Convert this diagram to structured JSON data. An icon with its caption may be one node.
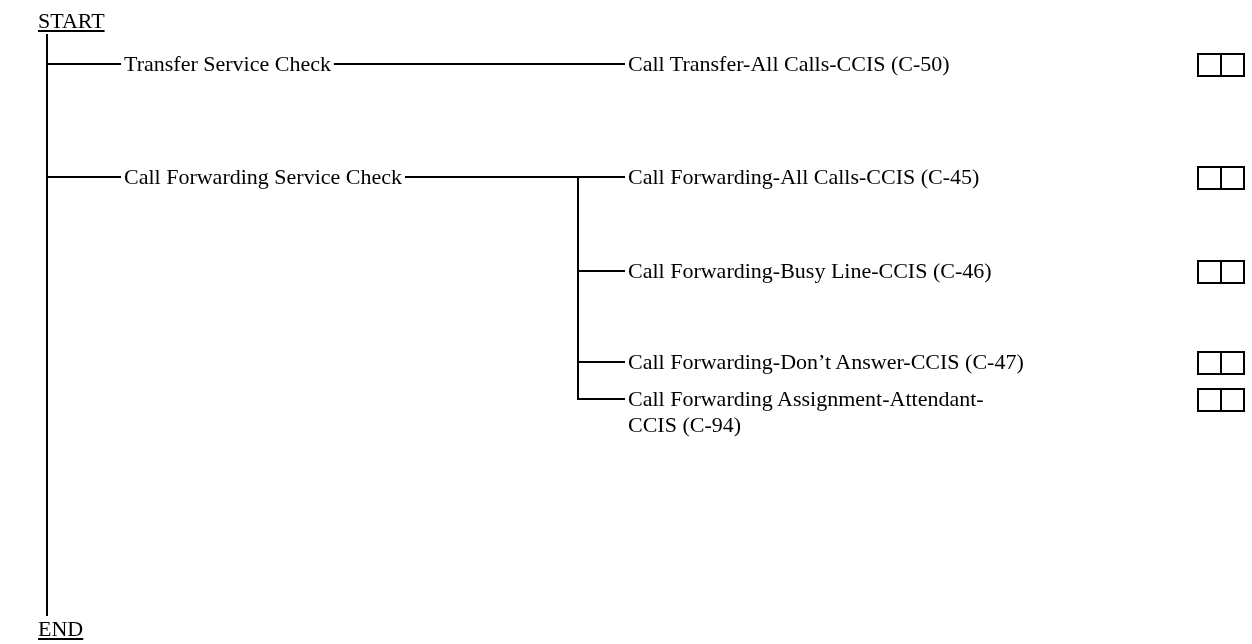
{
  "diagram": {
    "nodes": [
      {
        "text": [
          "START"
        ]
      },
      {
        "text": [
          "Transfer Service Check"
        ]
      },
      {
        "text": [
          "Call Transfer-All Calls-CCIS (C-50)"
        ]
      },
      {
        "text": [],
        "shape": "box"
      },
      {
        "text": [
          "Call Forwarding Service Check"
        ]
      },
      {
        "text": [
          "Call Forwarding-All Calls-CCIS (C-45)"
        ]
      },
      {
        "text": [],
        "shape": "box"
      },
      {
        "text": [
          "Call Forwarding-Busy Line-CCIS (C-46)"
        ]
      },
      {
        "text": [],
        "shape": "box"
      },
      {
        "text": [
          "Call Forwarding-Don’t Answer-CCIS (C-47)"
        ]
      },
      {
        "text": [],
        "shape": "box"
      },
      {
        "text": [
          "Call Forwarding Assignment-Attendant- CCIS (C-94)"
        ]
      },
      {
        "text": [],
        "shape": "box"
      },
      {
        "text": [
          "END"
        ]
      }
    ],
    "edges": [
      {
        "from": 0,
        "to": 13,
        "arrow": "none"
      },
      {
        "from": 0,
        "to": 1,
        "arrow": "none"
      },
      {
        "from": 0,
        "to": 4,
        "arrow": "none"
      },
      {
        "from": 1,
        "to": 2,
        "arrow": "none"
      },
      {
        "from": 4,
        "to": 5,
        "arrow": "none"
      },
      {
        "from": 4,
        "to": 7,
        "arrow": "none"
      },
      {
        "from": 4,
        "to": 9,
        "arrow": "none"
      },
      {
        "from": 4,
        "to": 11,
        "arrow": "none"
      }
    ]
  }
}
